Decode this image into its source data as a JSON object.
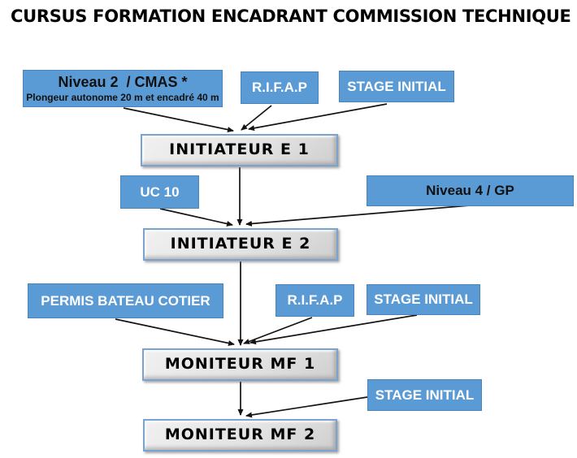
{
  "title": "CURSUS FORMATION ENCADRANT COMMISSION TECHNIQUE",
  "colors": {
    "box_blue": "#5b9bd5",
    "box_blue_border": "#4a84bd",
    "box_gray": "#dcdcdc",
    "box_gray_border": "#7ba3d0",
    "arrow": "#141414",
    "text_dark": "#111111",
    "text_light": "#ffffff"
  },
  "nodes": {
    "niveau2": {
      "label": "Niveau 2  / CMAS *",
      "sublabel": "Plongeur autonome 20 m et encadré 40 m"
    },
    "rifap1": {
      "label": "R.I.F.A.P"
    },
    "stage1": {
      "label": "STAGE INITIAL"
    },
    "e1": {
      "label": "INITIATEUR E 1"
    },
    "uc10": {
      "label": "UC 10"
    },
    "niveau4": {
      "label": "Niveau 4 / GP"
    },
    "e2": {
      "label": "INITIATEUR E 2"
    },
    "permis": {
      "label": "PERMIS BATEAU COTIER"
    },
    "rifap2": {
      "label": "R.I.F.A.P"
    },
    "stage2": {
      "label": "STAGE INITIAL"
    },
    "mf1": {
      "label": "MONITEUR MF 1"
    },
    "stage3": {
      "label": "STAGE INITIAL"
    },
    "mf2": {
      "label": "MONITEUR MF 2"
    }
  }
}
